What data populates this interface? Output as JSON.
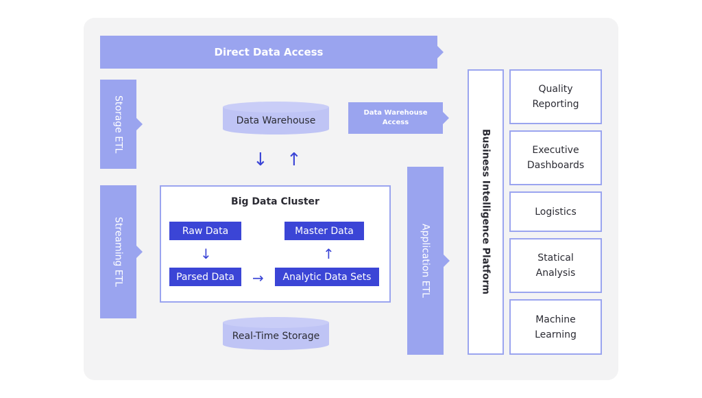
{
  "direct_access": {
    "label": "Direct Data Access"
  },
  "storage_etl": {
    "label": "Storage ETL"
  },
  "streaming_etl": {
    "label": "Streaming ETL"
  },
  "application_etl": {
    "label": "Application ETL"
  },
  "data_warehouse_access": {
    "line1": "Data Warehouse",
    "line2": "Access"
  },
  "data_warehouse": {
    "label": "Data Warehouse"
  },
  "real_time_storage": {
    "label": "Real-Time Storage"
  },
  "cluster": {
    "title": "Big Data Cluster",
    "raw_data": "Raw Data",
    "parsed_data": "Parsed Data",
    "analytic_data_sets": "Analytic Data Sets",
    "master_data": "Master Data"
  },
  "bi_platform": {
    "label": "Business Intelligence Platform"
  },
  "bi_items": [
    {
      "line1": "Quality",
      "line2": "Reporting"
    },
    {
      "line1": "Executive",
      "line2": "Dashboards"
    },
    {
      "line1": "Logistics",
      "line2": ""
    },
    {
      "line1": "Statical",
      "line2": "Analysis"
    },
    {
      "line1": "Machine",
      "line2": "Learning"
    }
  ],
  "icons": {
    "down": "↓",
    "up": "↑",
    "right": "→"
  },
  "colors": {
    "band": "#9aa4ef",
    "dark_box": "#3b45d6",
    "panel": "#f3f3f4"
  }
}
